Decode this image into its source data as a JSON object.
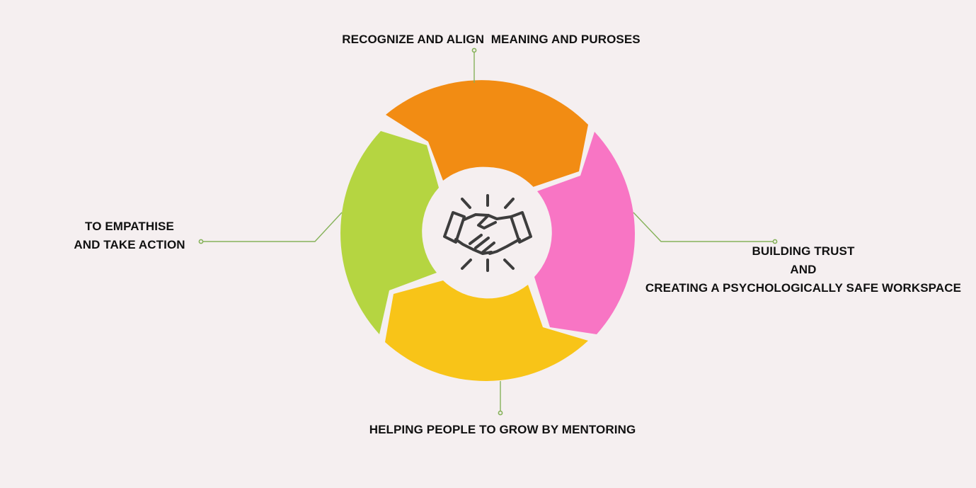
{
  "diagram": {
    "segments": [
      {
        "id": "top",
        "color": "#f28c13"
      },
      {
        "id": "right",
        "color": "#f875c4"
      },
      {
        "id": "bottom",
        "color": "#f8c418"
      },
      {
        "id": "left",
        "color": "#b5d541"
      }
    ],
    "center_icon": "handshake-icon",
    "connector_color": "#86b25a",
    "icon_color": "#3d3d3d"
  },
  "labels": {
    "top": "RECOGNIZE AND ALIGN  MEANING AND PUROSES",
    "left": "TO EMPATHISE\nAND TAKE ACTION",
    "right": "BUILDING TRUST\nAND\nCREATING A PSYCHOLOGICALLY SAFE WORKSPACE",
    "bottom": "HELPING PEOPLE TO GROW BY MENTORING"
  }
}
